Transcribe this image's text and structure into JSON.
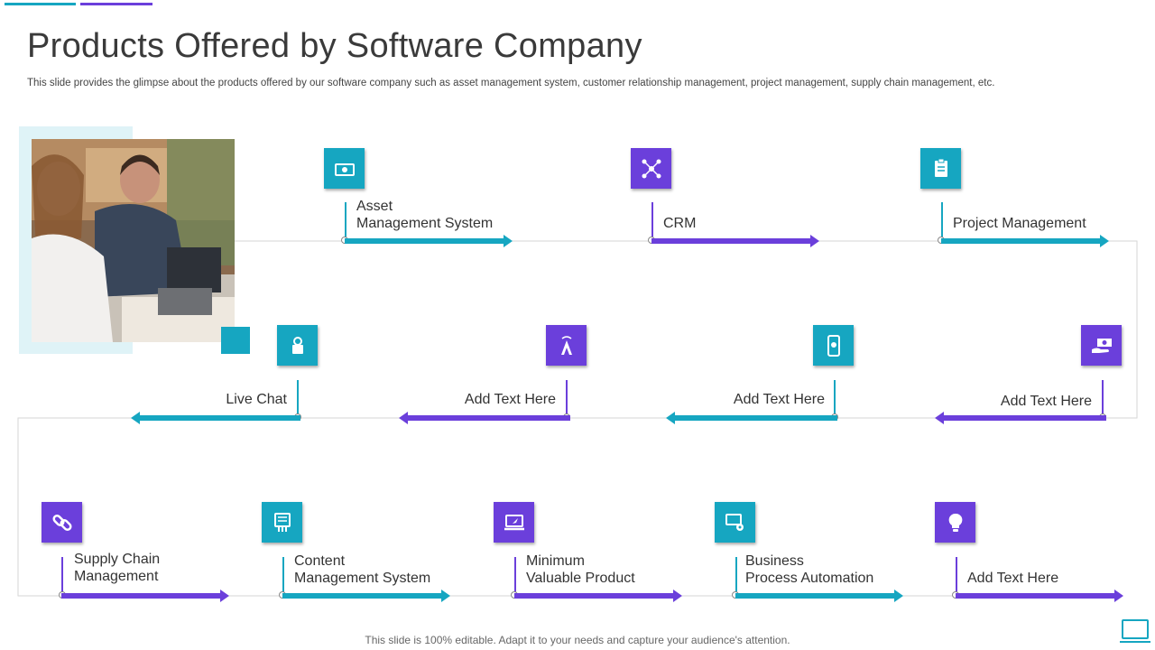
{
  "slide": {
    "title": "Products Offered by Software Company",
    "subtitle": "This slide provides the glimpse about the products offered by our software company such as asset management system, customer relationship management, project management, supply chain management, etc.",
    "footer": "This slide is 100% editable. Adapt it to your needs and capture your audience's attention."
  },
  "colors": {
    "teal": "#16a6c1",
    "purple": "#6b3fdb",
    "line": "#d6d6d6"
  },
  "row1": [
    {
      "line1": "Asset",
      "line2": "Management System",
      "icon": "money-icon",
      "color": "teal"
    },
    {
      "line1": "",
      "line2": "CRM",
      "icon": "network-icon",
      "color": "purple"
    },
    {
      "line1": "",
      "line2": "Project Management",
      "icon": "clipboard-gear-icon",
      "color": "teal"
    }
  ],
  "row2": [
    {
      "line1": "",
      "line2": "Live Chat",
      "icon": "chat-lock-icon",
      "color": "teal"
    },
    {
      "line1": "",
      "line2": "Add Text Here",
      "icon": "tower-icon",
      "color": "purple"
    },
    {
      "line1": "",
      "line2": "Add Text Here",
      "icon": "mobile-bulb-icon",
      "color": "teal"
    },
    {
      "line1": "",
      "line2": "Add Text Here",
      "icon": "hand-money-icon",
      "color": "purple"
    }
  ],
  "row3": [
    {
      "line1": "Supply Chain",
      "line2": "Management",
      "icon": "chain-link-icon",
      "color": "purple"
    },
    {
      "line1": "Content",
      "line2": "Management System",
      "icon": "content-icon",
      "color": "teal"
    },
    {
      "line1": "Minimum",
      "line2": "Valuable Product",
      "icon": "laptop-rocket-icon",
      "color": "purple"
    },
    {
      "line1": "Business",
      "line2": "Process Automation",
      "icon": "monitor-gear-icon",
      "color": "teal"
    },
    {
      "line1": "",
      "line2": "Add Text Here",
      "icon": "bulb-icon",
      "color": "purple"
    }
  ]
}
